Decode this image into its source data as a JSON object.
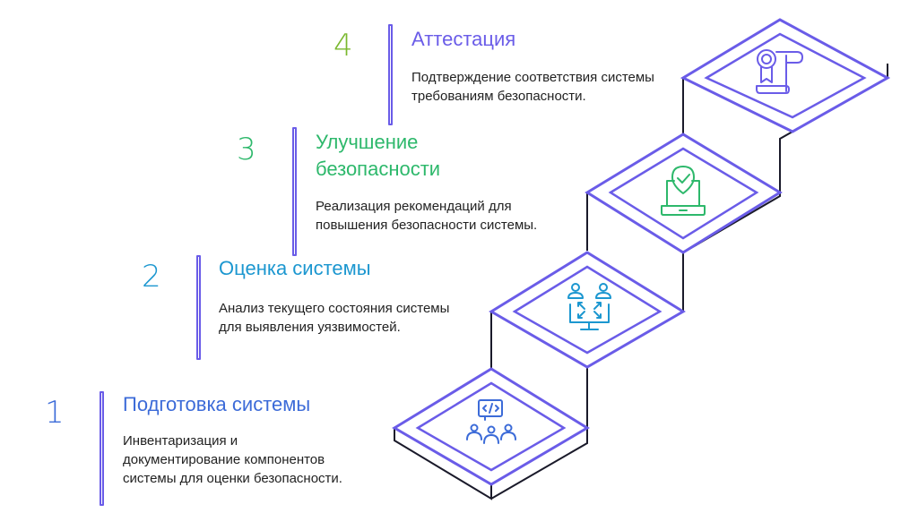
{
  "steps": [
    {
      "number": "1",
      "title": "Подготовка системы",
      "description": "Инвентаризация и документирование компонентов системы для оценки безопасности.",
      "color": "#3c6bd8",
      "icon": "team-code-icon"
    },
    {
      "number": "2",
      "title": "Оценка системы",
      "description": "Анализ текущего состояния системы для выявления уязвимостей.",
      "color": "#1c97d0",
      "icon": "users-analysis-icon"
    },
    {
      "number": "3",
      "title": "Улучшение безопасности",
      "description": "Реализация рекомендаций для повышения безопасности системы.",
      "color": "#2db86b",
      "icon": "shield-laptop-icon"
    },
    {
      "number": "4",
      "title": "Аттестация",
      "description": "Подтверждение соответствия системы требованиям безопасности.",
      "color": "#7ab82e",
      "icon": "certificate-icon"
    }
  ],
  "colors": {
    "outline": "#6a5ce8",
    "stair_side": "#1a1a2a"
  }
}
